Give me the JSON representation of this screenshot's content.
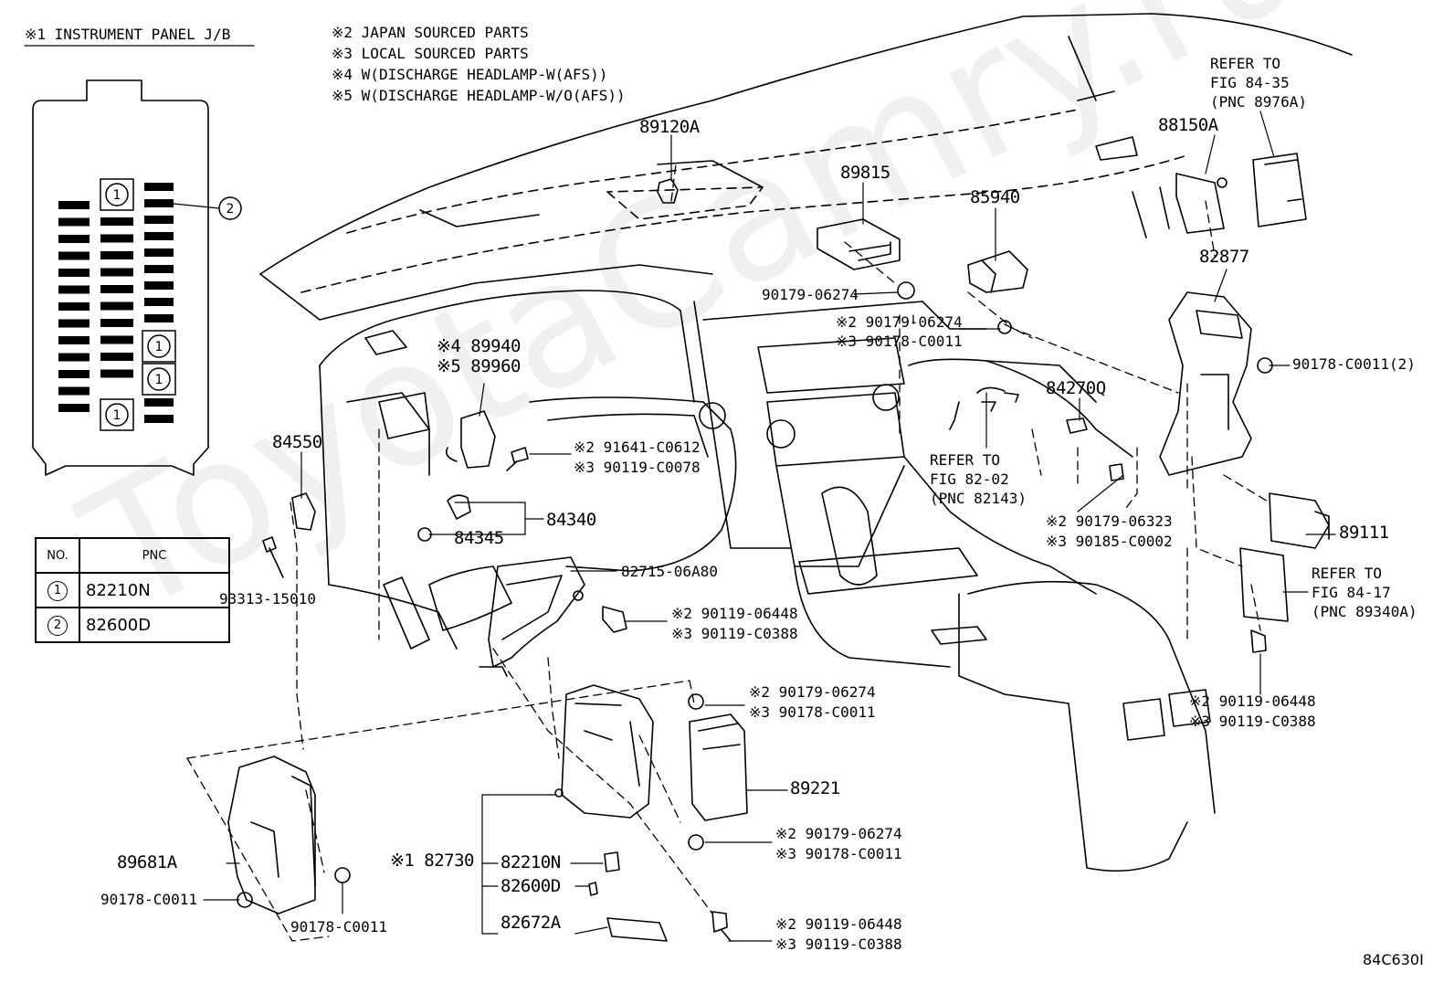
{
  "header": {
    "jb_title": "※1 INSTRUMENT PANEL J/B",
    "notes": [
      "※2 JAPAN SOURCED PARTS",
      "※3 LOCAL SOURCED PARTS",
      "※4 W(DISCHARGE HEADLAMP-W(AFS))",
      "※5 W(DISCHARGE HEADLAMP-W/O(AFS))"
    ]
  },
  "jb_markers": {
    "one": "1",
    "two": "2"
  },
  "pnc_table": {
    "headers": [
      "NO.",
      "PNC"
    ],
    "rows": [
      {
        "no": "1",
        "pnc": "82210N"
      },
      {
        "no": "2",
        "pnc": "82600D"
      }
    ]
  },
  "parts": {
    "p89120A": "89120A",
    "p89815": "89815",
    "p85940": "85940",
    "p88150A": "88150A",
    "p82877": "82877",
    "p90178_C0011_2": "90178-C0011(2)",
    "p84270Q": "84270Q",
    "p89940": "※4 89940",
    "p89960": "※5 89960",
    "p84550": "84550",
    "p90179_06274_a": "90179-06274",
    "p90179_06274_b": "※2 90179-06274",
    "p90178_C0011_b": "※3 90178-C0011",
    "p91641": "※2 91641-C0612",
    "p90119_C0078": "※3 90119-C0078",
    "p84340": "84340",
    "p84345": "84345",
    "p82715": "82715-06A80",
    "p93313": "93313-15010",
    "p90119_06448_a": "※2 90119-06448",
    "p90119_C0388_a": "※3 90119-C0388",
    "p90179_06323": "※2 90179-06323",
    "p90185_C0002": "※3 90185-C0002",
    "p89111": "89111",
    "p90119_06448_b": "※2 90119-06448",
    "p90119_C0388_b": "※3 90119-C0388",
    "p90179_06274_c": "※2 90179-06274",
    "p90178_C0011_c": "※3 90178-C0011",
    "p89221": "89221",
    "p90179_06274_d": "※2 90179-06274",
    "p90178_C0011_d": "※3 90178-C0011",
    "p89681A": "89681A",
    "p90178_C0011_e": "90178-C0011",
    "p90178_C0011_f": "90178-C0011",
    "p82730": "※1 82730",
    "p82210N": "82210N",
    "p82600D": "82600D",
    "p82672A": "82672A",
    "p90119_06448_c": "※2 90119-06448",
    "p90119_C0388_c": "※3 90119-C0388"
  },
  "refs": {
    "r84_35": [
      "REFER TO",
      "FIG 84-35",
      "(PNC 8976A)"
    ],
    "r82_02": [
      "REFER TO",
      "FIG 82-02",
      "(PNC 82143)"
    ],
    "r84_17": [
      "REFER TO",
      "FIG 84-17",
      "(PNC 89340A)"
    ]
  },
  "figure_id": "84C630I",
  "watermark": "ToyotaCamry.ru"
}
